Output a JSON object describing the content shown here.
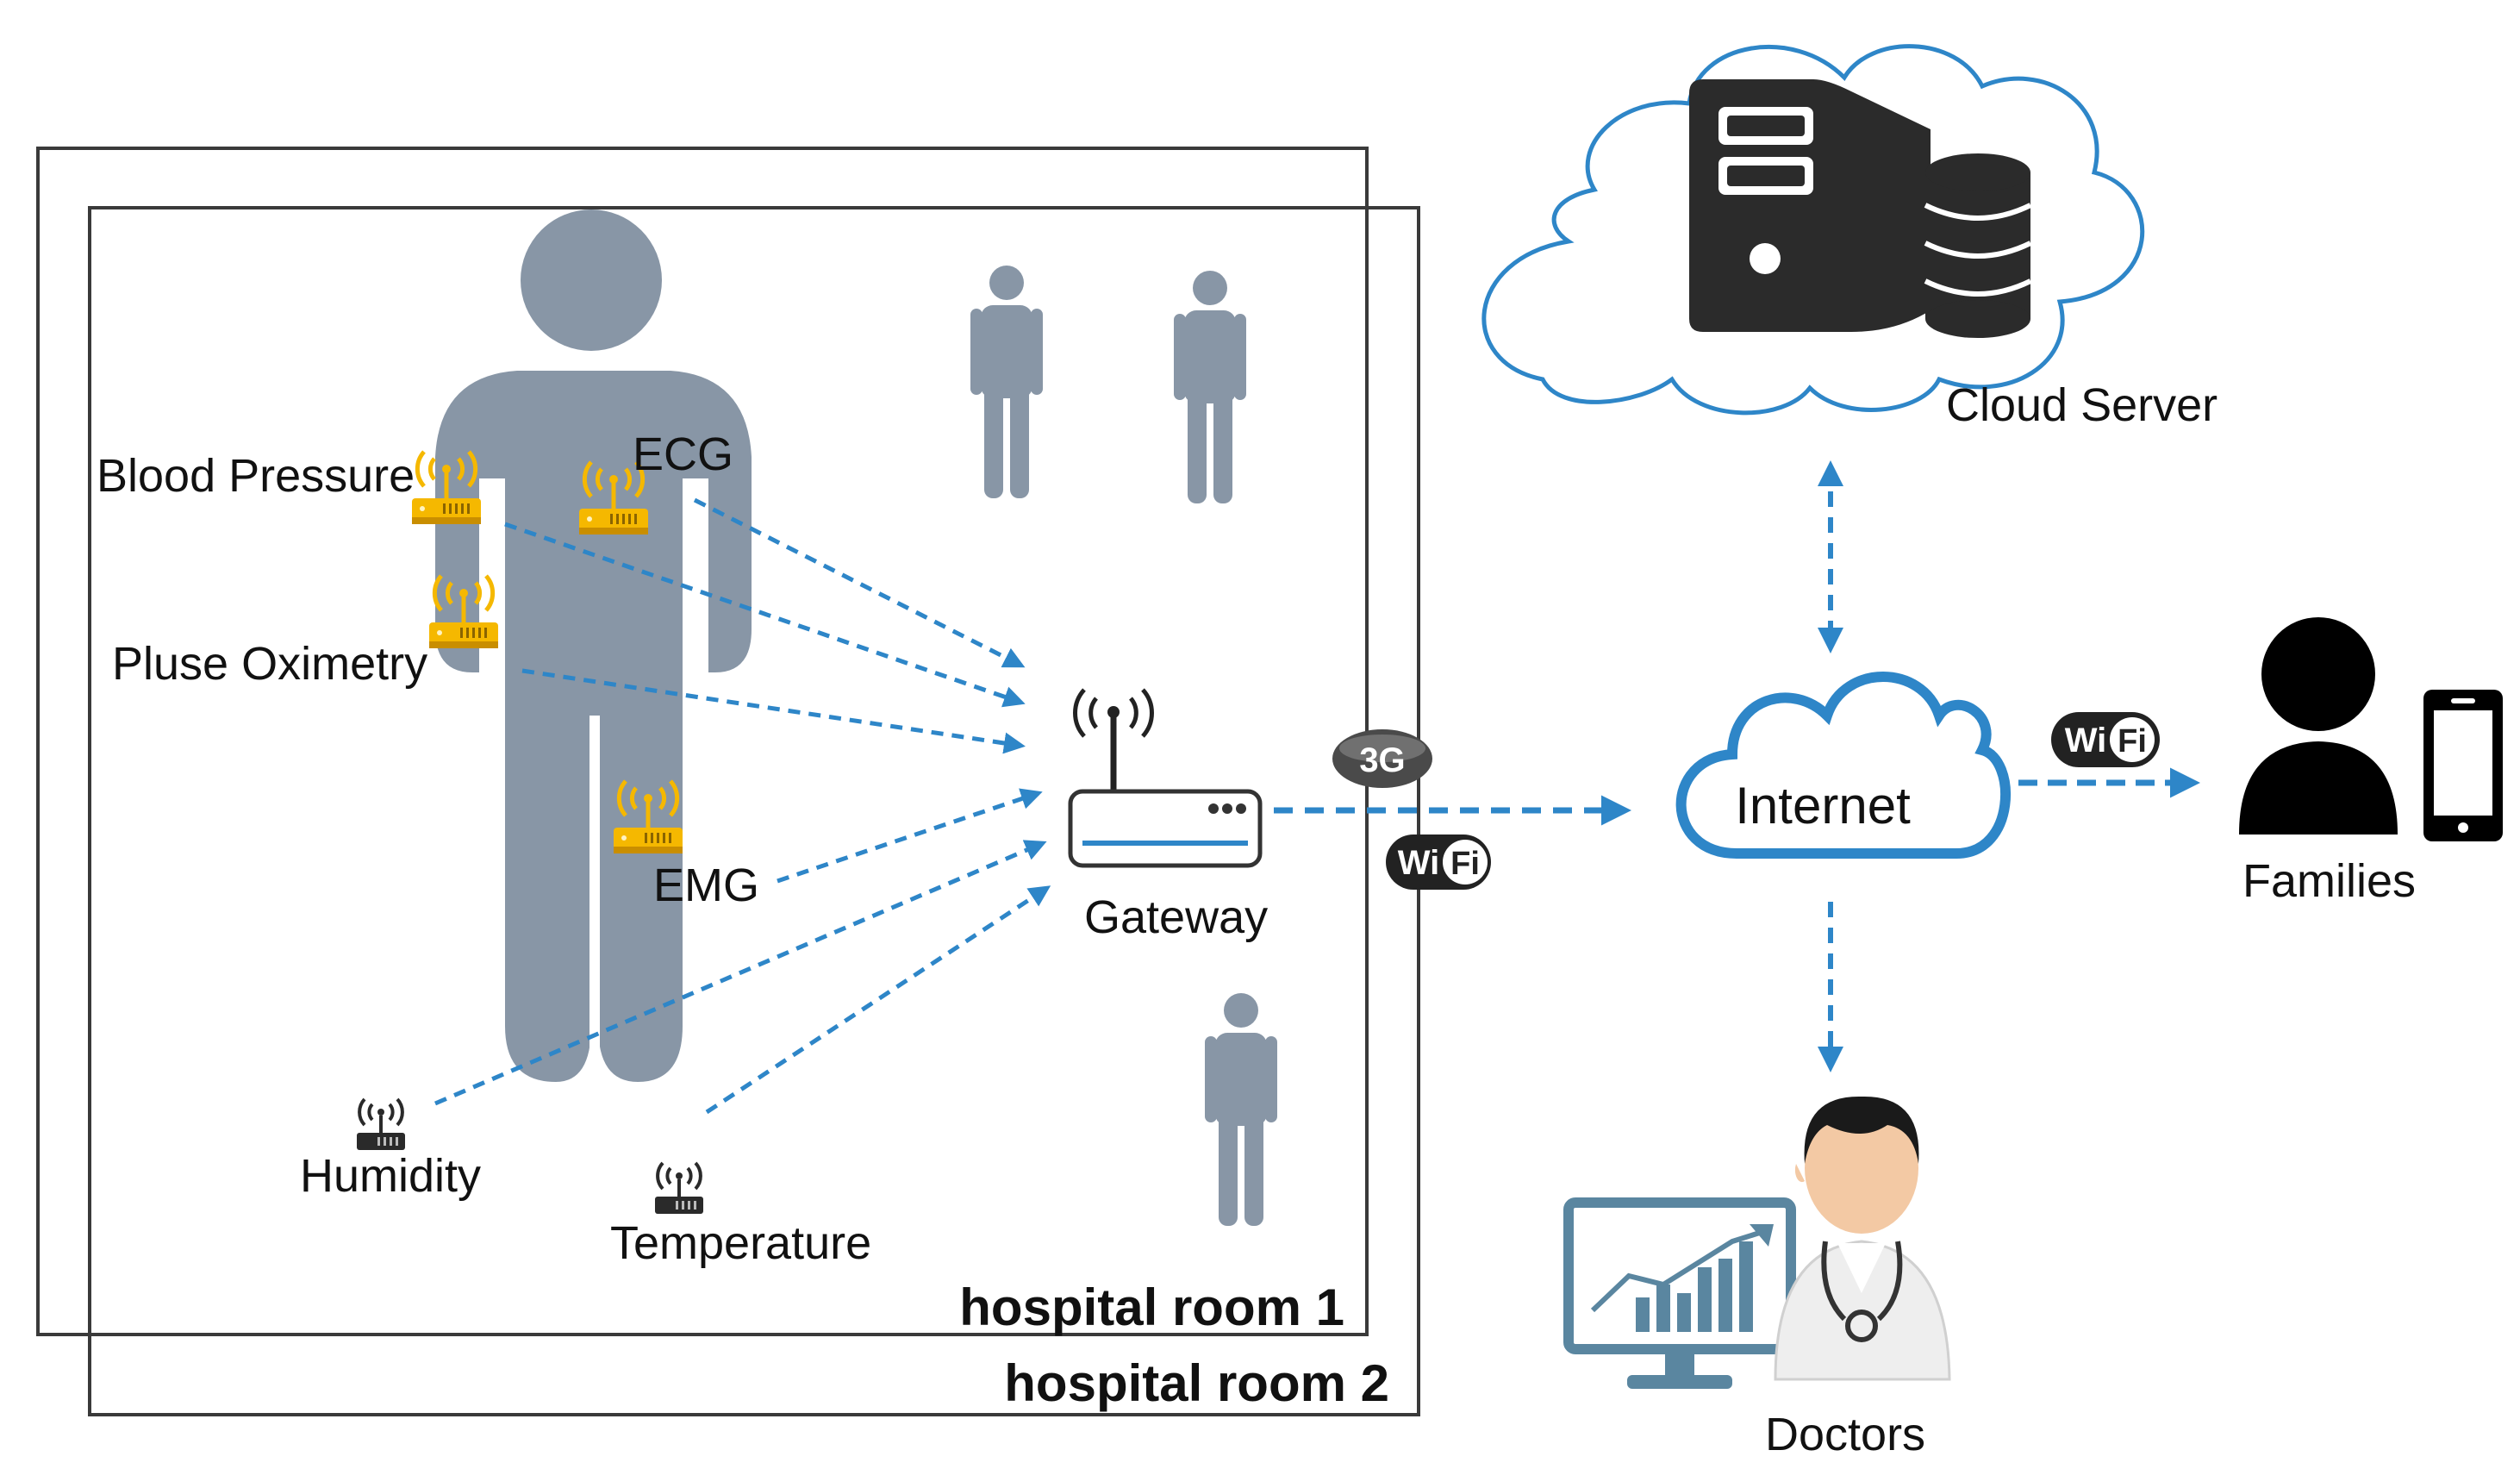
{
  "rooms": {
    "room1": "hospital room 1",
    "room2": "hospital room 2"
  },
  "sensors": {
    "blood_pressure": "Blood Pressure",
    "ecg": "ECG",
    "pulse_oximetry": "Pluse Oximetry",
    "emg": "EMG",
    "humidity": "Humidity",
    "temperature": "Temperature"
  },
  "nodes": {
    "gateway": "Gateway",
    "internet": "Internet",
    "cloud_server": "Cloud Server",
    "families": "Families",
    "doctors": "Doctors"
  },
  "badges": {
    "three_g": "3G",
    "wifi_wi": "Wi",
    "wifi_fi": "Fi"
  },
  "colors": {
    "arrow": "#2e86c8",
    "cloud_outline": "#2e86c8",
    "person_gray": "#8896a6",
    "sensor_yellow": "#f5b800",
    "dark": "#222222"
  },
  "icons": [
    "person-icon",
    "sensor-icon",
    "router-icon",
    "server-icon",
    "database-icon",
    "smartphone-icon",
    "doctor-icon",
    "monitor-chart-icon"
  ]
}
